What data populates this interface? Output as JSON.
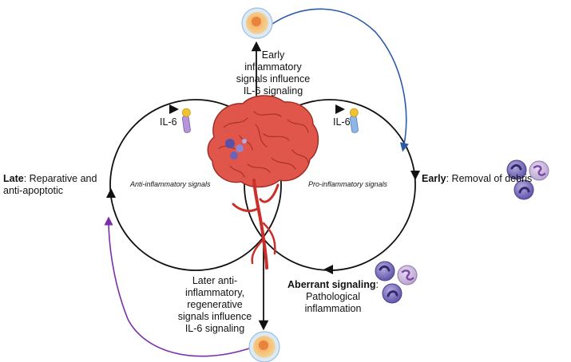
{
  "labels": {
    "il6_left": "IL-6",
    "il6_right": "IL-6",
    "anti_signals": "Anti-inflammatory signals",
    "pro_signals": "Pro-inflammatory signals",
    "early_top_lines": [
      "Early",
      "inflammatory",
      "signals influence",
      "IL-6 signaling"
    ],
    "later_bottom_lines": [
      "Later anti-",
      "inflammatory,",
      "regenerative",
      "signals influence",
      "IL-6 signaling"
    ],
    "late_bold": "Late",
    "late_rest": ": Reparative and",
    "late_line2": "anti-apoptotic",
    "early_right_bold": "Early",
    "early_right_rest": ": Removal of debris",
    "aberrant_bold": "Aberrant signaling",
    "aberrant_colon": ":",
    "aberrant_line2": "Pathological",
    "aberrant_line3": "inflammation"
  },
  "colors": {
    "loop": "#111111",
    "blue_arrow": "#2a5aa8",
    "purple_arrow": "#7a2fa8",
    "brain": "#e0564b",
    "immune_cell": "#7266b8"
  },
  "icons": [
    "brain-icon",
    "stem-cell-icon",
    "receptor-icon",
    "immune-cell-icon"
  ]
}
